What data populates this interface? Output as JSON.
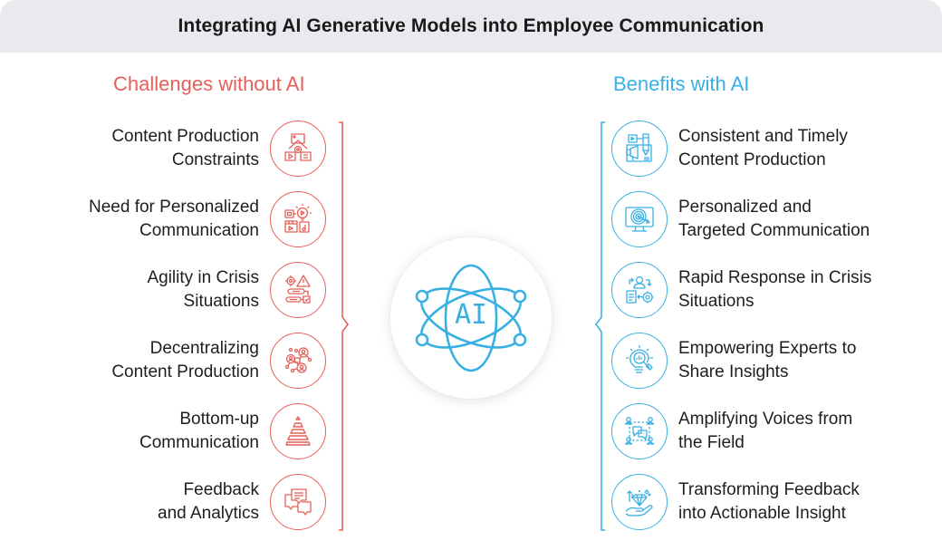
{
  "title": "Integrating AI Generative Models into Employee Communication",
  "colors": {
    "challenge_accent": "#e5605a",
    "benefit_accent": "#3ab0e2",
    "title_bar_bg": "#e8eaee",
    "text": "#1e1e1e"
  },
  "challenges": {
    "heading": "Challenges without AI",
    "items": [
      {
        "line1": "Content Production",
        "line2": "Constraints",
        "icon": "content-production-gear-icon"
      },
      {
        "line1": "Need for Personalized",
        "line2": "Communication",
        "icon": "media-lightbulb-icon"
      },
      {
        "line1": "Agility in Crisis",
        "line2": "Situations",
        "icon": "gear-warning-workflow-icon"
      },
      {
        "line1": "Decentralizing",
        "line2": "Content Production",
        "icon": "network-people-icon"
      },
      {
        "line1": "Bottom-up",
        "line2": "Communication",
        "icon": "pyramid-icon"
      },
      {
        "line1": "Feedback",
        "line2": "and Analytics",
        "icon": "chat-bubbles-icon"
      }
    ]
  },
  "benefits": {
    "heading": "Benefits with AI",
    "items": [
      {
        "line1": "Consistent and Timely",
        "line2": "Content Production",
        "icon": "megaphone-pen-icon"
      },
      {
        "line1": "Personalized and",
        "line2": "Targeted Communication",
        "icon": "monitor-target-icon"
      },
      {
        "line1": "Rapid Response in Crisis",
        "line2": "Situations",
        "icon": "person-document-gear-icon"
      },
      {
        "line1": "Empowering Experts to",
        "line2": "Share Insights",
        "icon": "lightbulb-magnifier-icon"
      },
      {
        "line1": "Amplifying Voices from",
        "line2": "the Field",
        "icon": "people-chat-icon"
      },
      {
        "line1": "Transforming Feedback",
        "line2": "into Actionable Insight",
        "icon": "hand-diamond-icon"
      }
    ]
  },
  "center": {
    "label": "AI",
    "icon": "atom-ai-icon"
  }
}
